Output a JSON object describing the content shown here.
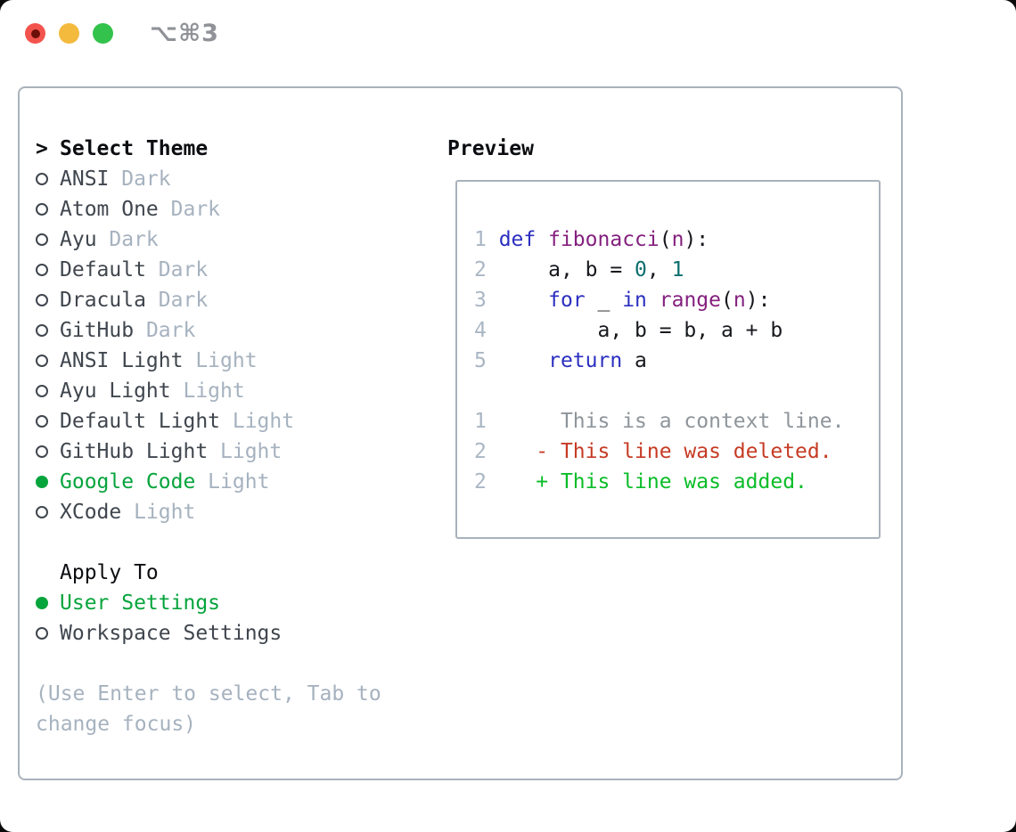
{
  "window": {
    "title_shortcut": "⌥⌘3",
    "traffic_lights": [
      {
        "name": "close",
        "color": "#f2544d",
        "inner_dot": "#6d0f09"
      },
      {
        "name": "minimize",
        "color": "#f4ba3e",
        "inner_dot": null
      },
      {
        "name": "zoom",
        "color": "#33c24b",
        "inner_dot": null
      }
    ]
  },
  "theme_selector": {
    "marker": ">",
    "title": "Select Theme",
    "items": [
      {
        "name": "ANSI",
        "variant": "Dark",
        "selected": false
      },
      {
        "name": "Atom One",
        "variant": "Dark",
        "selected": false
      },
      {
        "name": "Ayu",
        "variant": "Dark",
        "selected": false
      },
      {
        "name": "Default",
        "variant": "Dark",
        "selected": false
      },
      {
        "name": "Dracula",
        "variant": "Dark",
        "selected": false
      },
      {
        "name": "GitHub",
        "variant": "Dark",
        "selected": false
      },
      {
        "name": "ANSI Light",
        "variant": "Light",
        "selected": false
      },
      {
        "name": "Ayu Light",
        "variant": "Light",
        "selected": false
      },
      {
        "name": "Default Light",
        "variant": "Light",
        "selected": false
      },
      {
        "name": "GitHub Light",
        "variant": "Light",
        "selected": false
      },
      {
        "name": "Google Code",
        "variant": "Light",
        "selected": true
      },
      {
        "name": "XCode",
        "variant": "Light",
        "selected": false
      }
    ]
  },
  "apply_to": {
    "title": "Apply To",
    "items": [
      {
        "name": "User Settings",
        "selected": true
      },
      {
        "name": "Workspace Settings",
        "selected": false
      }
    ]
  },
  "footer_hint": "(Use Enter to select, Tab to change focus)",
  "preview": {
    "title": "Preview",
    "lines": [
      {
        "n": "1",
        "tokens": [
          [
            "keyword",
            "def"
          ],
          [
            "plain",
            " "
          ],
          [
            "type",
            "fibonacci"
          ],
          [
            "plain",
            "("
          ],
          [
            "type",
            "n"
          ],
          [
            "plain",
            "):"
          ]
        ]
      },
      {
        "n": "2",
        "tokens": [
          [
            "plain",
            "    a, b = "
          ],
          [
            "literal",
            "0"
          ],
          [
            "plain",
            ", "
          ],
          [
            "literal",
            "1"
          ]
        ]
      },
      {
        "n": "3",
        "tokens": [
          [
            "plain",
            "    "
          ],
          [
            "keyword",
            "for"
          ],
          [
            "plain",
            " _ "
          ],
          [
            "keyword",
            "in"
          ],
          [
            "plain",
            " "
          ],
          [
            "type",
            "range"
          ],
          [
            "plain",
            "("
          ],
          [
            "type",
            "n"
          ],
          [
            "plain",
            "):"
          ]
        ]
      },
      {
        "n": "4",
        "tokens": [
          [
            "plain",
            "        a, b = b, a + b"
          ]
        ]
      },
      {
        "n": "5",
        "tokens": [
          [
            "plain",
            "    "
          ],
          [
            "keyword",
            "return"
          ],
          [
            "plain",
            " a"
          ]
        ]
      },
      {
        "n": "",
        "tokens": []
      },
      {
        "n": "1",
        "tokens": [
          [
            "context",
            "     This is a context line."
          ]
        ]
      },
      {
        "n": "2",
        "tokens": [
          [
            "deleted",
            "   - This line was deleted."
          ]
        ]
      },
      {
        "n": "2",
        "tokens": [
          [
            "added",
            "   + This line was added."
          ]
        ]
      }
    ]
  },
  "colors": {
    "accent_green": "#06a43c",
    "panel_border": "#a9b2bc",
    "item_text": "#40464e",
    "muted_text": "#a6b2bf",
    "heading_text": "#0b0d10",
    "line_number": "#a9b6c4",
    "title_text": "#8f9297",
    "syntax": {
      "keyword": "#2b2fc0",
      "type": "#84217f",
      "literal": "#0c6e6e",
      "plain": "#16181d",
      "context": "#8e959b",
      "deleted": "#c63b24",
      "added": "#0abd28"
    }
  }
}
